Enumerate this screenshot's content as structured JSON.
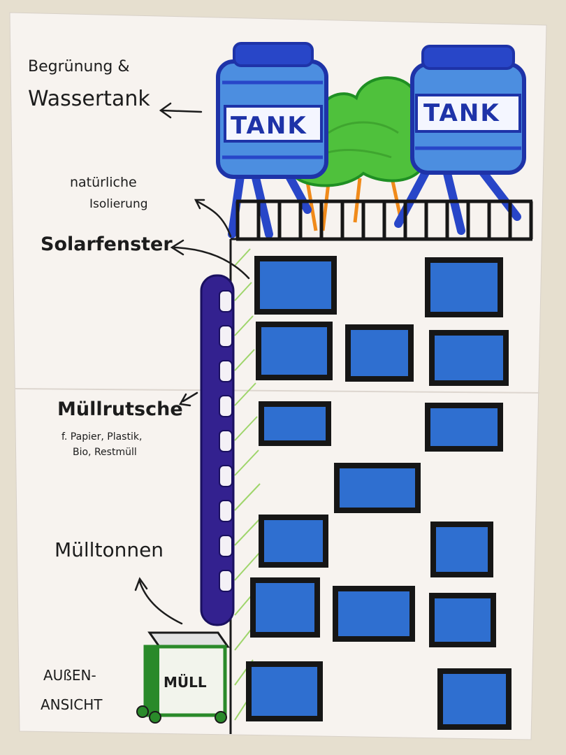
{
  "labels": {
    "greening_line1": "Begrünung &",
    "greening_line2": "Wassertank",
    "insulation_line1": "natürliche",
    "insulation_line2": "Isolierung",
    "solar_windows": "Solarfenster",
    "chute_title": "Müllrutsche",
    "chute_detail_line1": "f. Papier, Plastik,",
    "chute_detail_line2": "Bio, Restmüll",
    "bins": "Mülltonnen",
    "view_line1": "AUßEN-",
    "view_line2": "ANSICHT"
  },
  "tanks": {
    "left": "TANK",
    "right": "TANK"
  },
  "bin_label": "MÜLL",
  "colors": {
    "paper": "#f6f2ee",
    "window_fill": "#2f6fd0",
    "window_frame": "#161616",
    "tank_blue": "#2846c8",
    "tank_light": "#4c8ee0",
    "chute_purple": "#33218f",
    "tree_green": "#4fc13c",
    "tree_outline": "#1f8f23",
    "greenery_hatch": "#9ed56a",
    "bin_green": "#2a8a2a"
  }
}
